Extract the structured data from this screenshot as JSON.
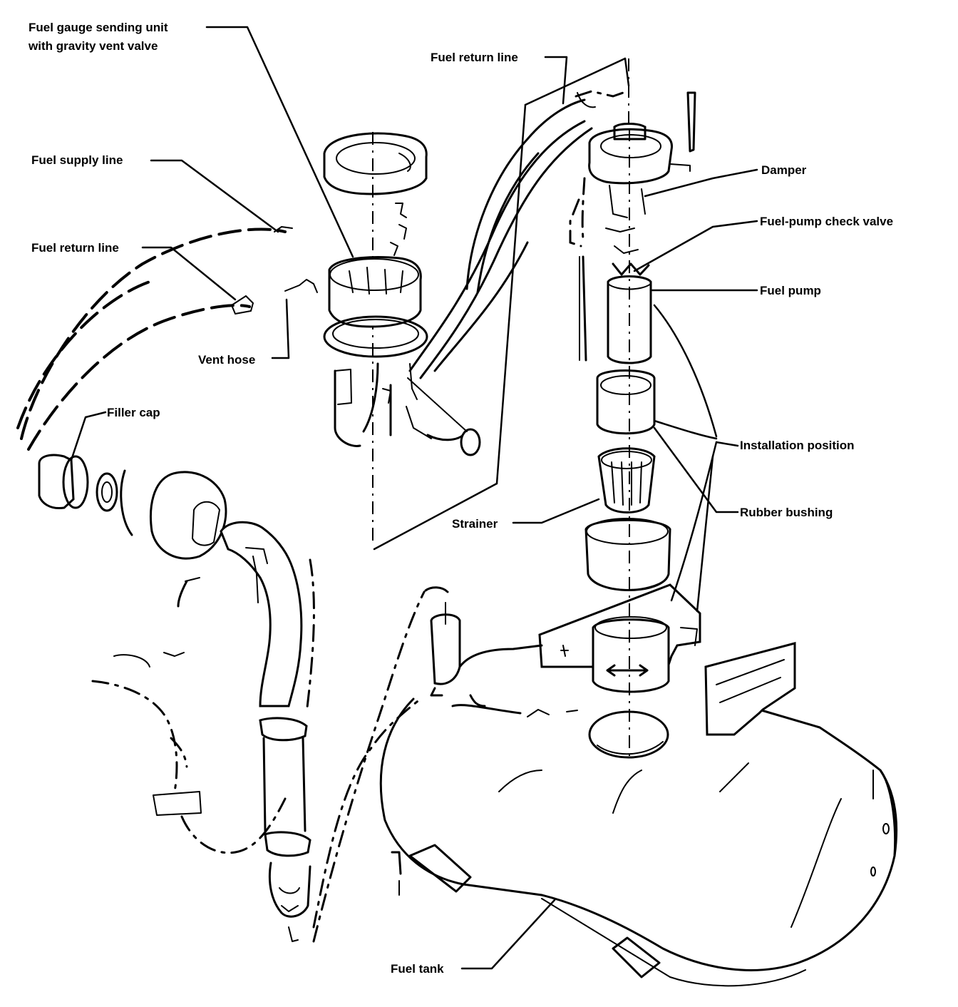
{
  "labels": {
    "sending_unit_line1": "Fuel gauge sending unit",
    "sending_unit_line2": "with gravity vent valve",
    "fuel_return_line_top": "Fuel return line",
    "damper": "Damper",
    "fuel_supply_line": "Fuel supply line",
    "fuel_pump_check_valve": "Fuel-pump check valve",
    "fuel_return_line_left": "Fuel return line",
    "fuel_pump": "Fuel pump",
    "vent_hose": "Vent hose",
    "filler_cap": "Filler cap",
    "installation_position": "Installation position",
    "rubber_bushing": "Rubber bushing",
    "strainer": "Strainer",
    "fuel_tank": "Fuel tank"
  },
  "colors": {
    "ink": "#000000",
    "paper": "#ffffff"
  }
}
